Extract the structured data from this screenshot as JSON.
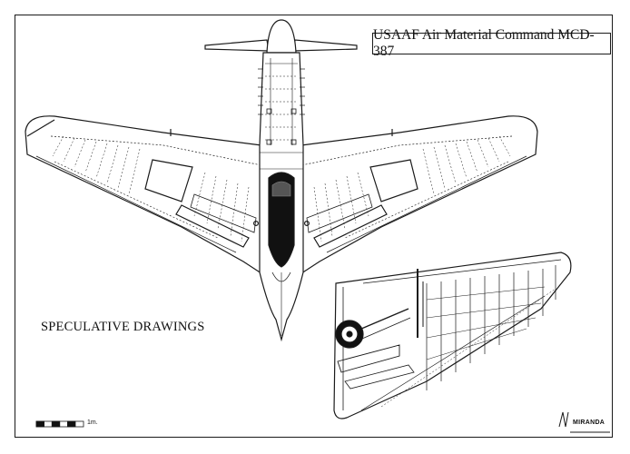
{
  "drawing": {
    "title": "USAAF Air Material Command MCD-387",
    "note": "SPECULATIVE DRAWINGS",
    "scale_label": "1m.",
    "maker_mark": "MIRANDA"
  },
  "icons": {
    "aircraft_top_view": "aircraft-planform-icon",
    "wing_detail": "wing-cutaway-icon",
    "scale_bar": "scale-bar-icon",
    "maker_logo": "maker-signature-icon"
  }
}
